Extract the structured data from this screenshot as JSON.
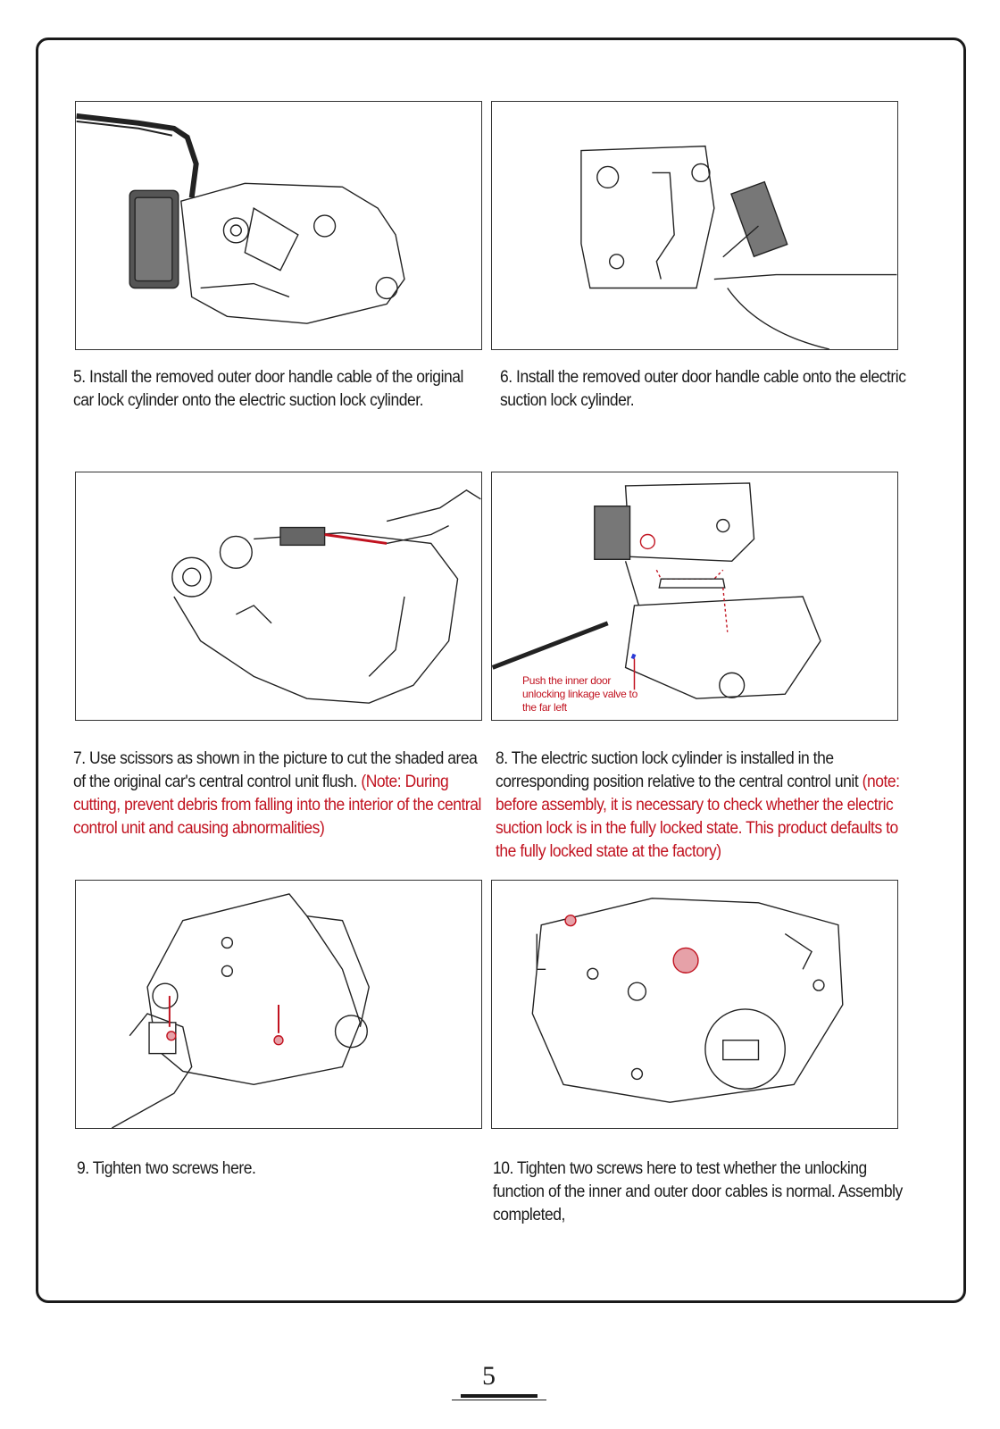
{
  "steps": [
    {
      "text": "5. Install the removed outer door handle cable of the original car lock cylinder onto the electric suction lock cylinder.",
      "note": ""
    },
    {
      "text": "6. Install the removed outer door handle cable onto the electric suction lock cylinder.",
      "note": ""
    },
    {
      "text": "7. Use scissors as shown in the picture to cut the shaded area of the original car's central control unit flush.",
      "note": "(Note: During cutting, prevent debris from falling into the interior of the central control unit and causing abnormalities)"
    },
    {
      "text": "8. The electric suction lock cylinder is installed in the corresponding position relative to the central control unit",
      "note": "(note: before assembly, it is necessary to check whether the electric suction lock is in the fully locked state. This product defaults to the fully locked state at the factory)",
      "callout": "Push the inner door unlocking linkage valve to the far left"
    },
    {
      "text": "9. Tighten two screws here.",
      "note": ""
    },
    {
      "text": "10. Tighten two screws here to test whether the unlocking function of the inner and outer door cables is normal. Assembly completed,",
      "note": ""
    }
  ],
  "page_number": "5",
  "colors": {
    "note": "#c1121f",
    "line": "#1a1a1a"
  }
}
